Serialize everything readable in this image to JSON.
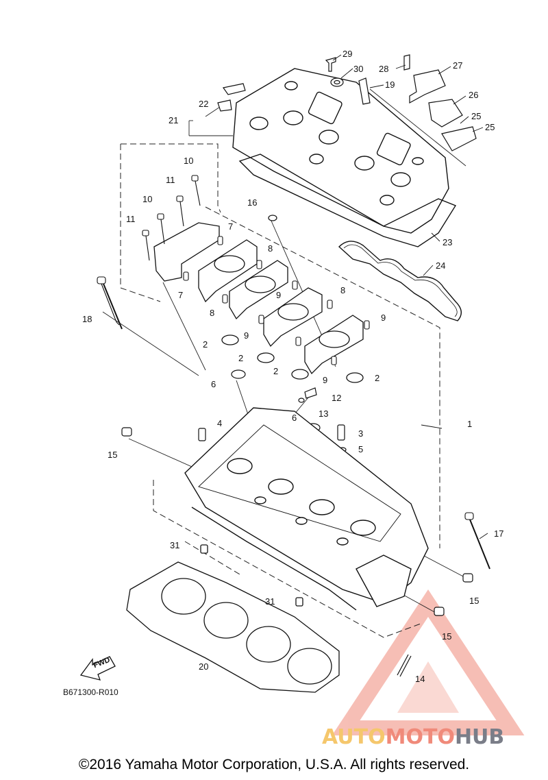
{
  "diagram": {
    "catalog_code": "B671300-R010",
    "copyright": "©2016 Yamaha Motor Corporation, U.S.A. All rights reserved.",
    "fwd_arrow_label": "FWD",
    "watermark": {
      "part1": "AUTO",
      "part2": "MOTO",
      "part3": "HUB",
      "colors": {
        "auto": "#f5c76c",
        "moto": "#f08a7a",
        "hub": "#7a7d88",
        "triangle": "#f08a7a"
      }
    },
    "callouts": [
      {
        "id": "c29",
        "text": "29"
      },
      {
        "id": "c30",
        "text": "30"
      },
      {
        "id": "c28",
        "text": "28"
      },
      {
        "id": "c27",
        "text": "27"
      },
      {
        "id": "c19",
        "text": "19"
      },
      {
        "id": "c26",
        "text": "26"
      },
      {
        "id": "c25a",
        "text": "25"
      },
      {
        "id": "c25b",
        "text": "25"
      },
      {
        "id": "c22",
        "text": "22"
      },
      {
        "id": "c21",
        "text": "21"
      },
      {
        "id": "c10a",
        "text": "10"
      },
      {
        "id": "c11a",
        "text": "11"
      },
      {
        "id": "c10b",
        "text": "10"
      },
      {
        "id": "c11b",
        "text": "11"
      },
      {
        "id": "c16",
        "text": "16"
      },
      {
        "id": "c7a",
        "text": "7"
      },
      {
        "id": "c7b",
        "text": "7"
      },
      {
        "id": "c23",
        "text": "23"
      },
      {
        "id": "c8a",
        "text": "8"
      },
      {
        "id": "c8b",
        "text": "8"
      },
      {
        "id": "c8c",
        "text": "8"
      },
      {
        "id": "c24",
        "text": "24"
      },
      {
        "id": "c9a",
        "text": "9"
      },
      {
        "id": "c9b",
        "text": "9"
      },
      {
        "id": "c9c",
        "text": "9"
      },
      {
        "id": "c9d",
        "text": "9"
      },
      {
        "id": "c18",
        "text": "18"
      },
      {
        "id": "c2a",
        "text": "2"
      },
      {
        "id": "c2b",
        "text": "2"
      },
      {
        "id": "c2c",
        "text": "2"
      },
      {
        "id": "c2d",
        "text": "2"
      },
      {
        "id": "c6a",
        "text": "6"
      },
      {
        "id": "c12",
        "text": "12"
      },
      {
        "id": "c13",
        "text": "13"
      },
      {
        "id": "c4",
        "text": "4"
      },
      {
        "id": "c6b",
        "text": "6"
      },
      {
        "id": "c3",
        "text": "3"
      },
      {
        "id": "c1",
        "text": "1"
      },
      {
        "id": "c5",
        "text": "5"
      },
      {
        "id": "c15a",
        "text": "15"
      },
      {
        "id": "c17",
        "text": "17"
      },
      {
        "id": "c31a",
        "text": "31"
      },
      {
        "id": "c15b",
        "text": "15"
      },
      {
        "id": "c31b",
        "text": "31"
      },
      {
        "id": "c15c",
        "text": "15"
      },
      {
        "id": "c20",
        "text": "20"
      },
      {
        "id": "c14",
        "text": "14"
      }
    ]
  }
}
